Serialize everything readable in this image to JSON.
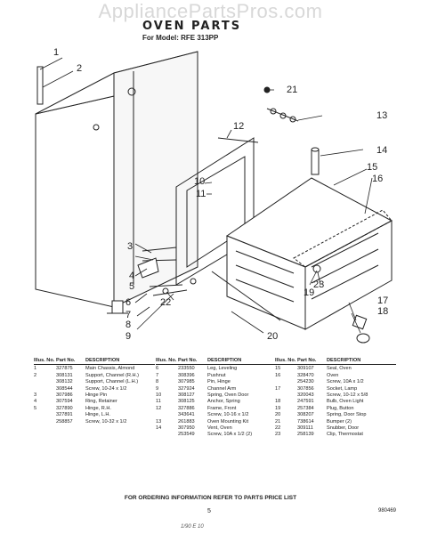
{
  "watermark": "AppliancePartsPros.com",
  "title": "OVEN PARTS",
  "model_line": "For Model: RFE 313PP",
  "callouts": [
    "1",
    "2",
    "3",
    "4",
    "5",
    "6",
    "7",
    "8",
    "9",
    "10",
    "11",
    "12",
    "13",
    "14",
    "15",
    "16",
    "17",
    "18",
    "19",
    "20",
    "21",
    "22",
    "23"
  ],
  "table": {
    "headers": [
      "Illus. No.",
      "Part No.",
      "DESCRIPTION"
    ],
    "columns": [
      [
        [
          "1",
          "327875",
          "Main Chassis, Almond"
        ],
        [
          "2",
          "308131",
          "Support, Channel (R.H.)"
        ],
        [
          "",
          "308132",
          "Support, Channel (L.H.)"
        ],
        [
          "",
          "308544",
          "Screw, 10-24 x 1/2"
        ],
        [
          "3",
          "307986",
          "Hinge Pin"
        ],
        [
          "4",
          "307594",
          "Ring, Retainer"
        ],
        [
          "5",
          "327890",
          "Hinge, R.H."
        ],
        [
          "",
          "327891",
          "Hinge, L.H."
        ],
        [
          "",
          "258857",
          "Screw, 10-32 x 1/2"
        ]
      ],
      [
        [
          "6",
          "233550",
          "Leg, Leveling"
        ],
        [
          "7",
          "308396",
          "Pushnut"
        ],
        [
          "8",
          "307985",
          "Pin, Hinge"
        ],
        [
          "9",
          "327924",
          "Channel Arm"
        ],
        [
          "10",
          "308127",
          "Spring, Oven Door"
        ],
        [
          "11",
          "308125",
          "Anchor, Spring"
        ],
        [
          "12",
          "327886",
          "Frame, Front"
        ],
        [
          "",
          "343641",
          "Screw, 10-16 x 1/2"
        ],
        [
          "13",
          "261883",
          "Oven Mounting Kit"
        ],
        [
          "14",
          "307950",
          "Vent, Oven"
        ],
        [
          "",
          "253549",
          "Screw, 10A x 1/2 (2)"
        ]
      ],
      [
        [
          "15",
          "309107",
          "Seal, Oven"
        ],
        [
          "16",
          "328470",
          "Oven"
        ],
        [
          "",
          "254230",
          "Screw, 10A x 1/2"
        ],
        [
          "17",
          "307856",
          "Socket, Lamp"
        ],
        [
          "",
          "320043",
          "Screw, 10-12 x 5/8"
        ],
        [
          "18",
          "247591",
          "Bulb, Oven Light"
        ],
        [
          "19",
          "257384",
          "Plug, Button"
        ],
        [
          "20",
          "308207",
          "Spring, Door Stop"
        ],
        [
          "21",
          "738614",
          "Bumper (2)"
        ],
        [
          "22",
          "309111",
          "Snubber, Door"
        ],
        [
          "23",
          "258139",
          "Clip, Thermostat"
        ]
      ]
    ]
  },
  "footer_text": "FOR ORDERING INFORMATION REFER TO PARTS PRICE LIST",
  "page_number": "5",
  "doc_number": "980469",
  "handwritten_note": "1/90 E 10"
}
